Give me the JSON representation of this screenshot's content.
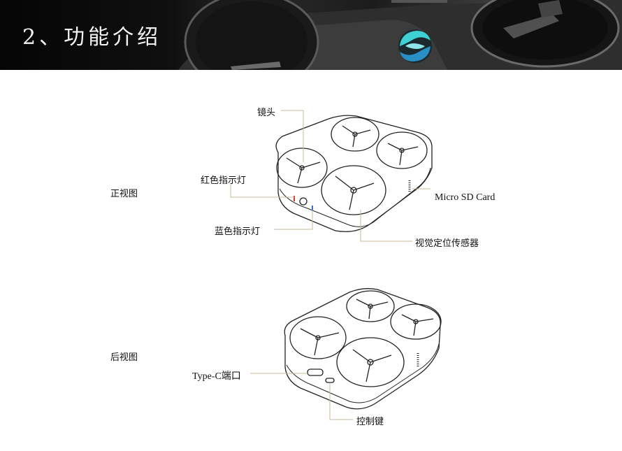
{
  "header": {
    "title": "2、功能介绍",
    "logo": "swirl-logo-icon"
  },
  "front_view": {
    "caption": "正视图",
    "labels": {
      "lens": "镜头",
      "red_indicator": "红色指示灯",
      "blue_indicator": "蓝色指示灯",
      "micro_sd": "Micro SD Card",
      "visual_sensor": "视觉定位传感器"
    }
  },
  "back_view": {
    "caption": "后视图",
    "labels": {
      "type_c": "Type-C端口",
      "control_key": "控制键"
    }
  },
  "colors": {
    "banner": "#101010",
    "logo_teal": "#3fd0d4",
    "logo_blue": "#2a8fc4",
    "leader_line": "#c9b99a",
    "red_led": "#d23a3a",
    "blue_led": "#3a6ed2"
  }
}
